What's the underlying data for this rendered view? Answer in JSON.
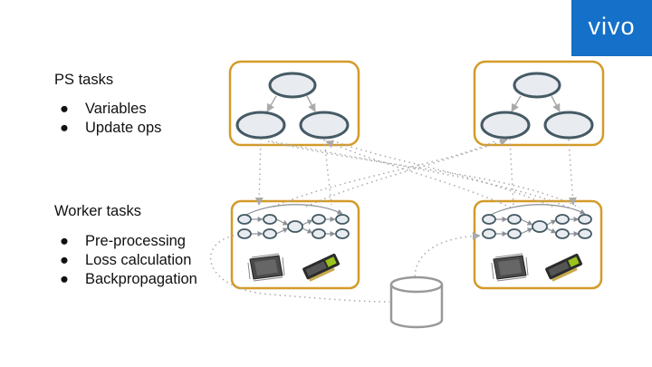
{
  "logo": {
    "text": "vivo",
    "bg_color": "#1470c8"
  },
  "ps_section": {
    "title": "PS tasks",
    "bullets": [
      "Variables",
      "Update ops"
    ]
  },
  "worker_section": {
    "title": "Worker tasks",
    "bullets": [
      "Pre-processing",
      "Loss calculation",
      "Backpropagation"
    ]
  },
  "colors": {
    "box_border": "#d39b2a",
    "node_fill": "#e8ebf0",
    "node_stroke": "#455a64",
    "connector": "#aaaaaa",
    "storage": "#999999"
  },
  "icons": [
    "cpu-chip-icon",
    "gpu-card-icon",
    "storage-cylinder-icon"
  ]
}
